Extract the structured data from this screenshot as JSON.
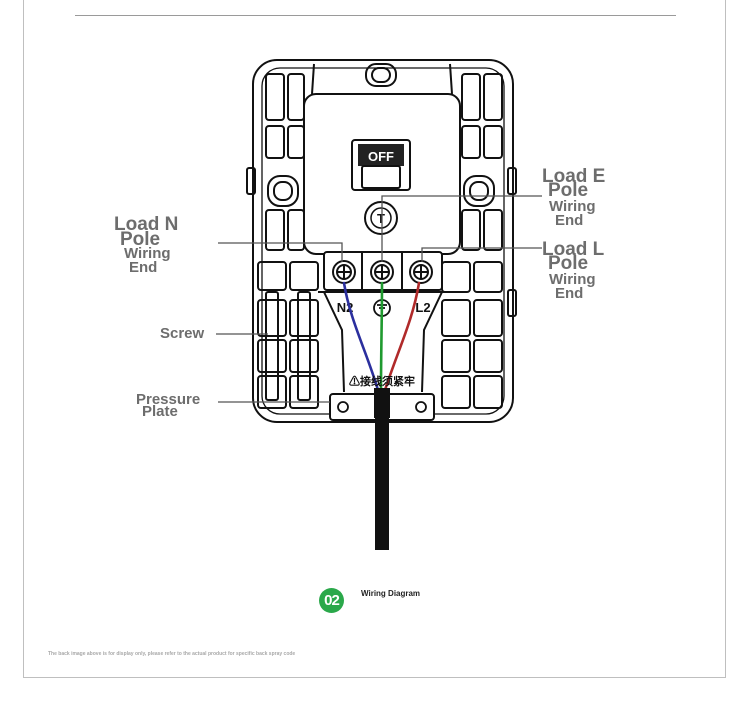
{
  "labels": {
    "load_n": {
      "line1": "Load N",
      "line2": "Pole",
      "line3": "Wiring",
      "line4": "End"
    },
    "load_e": {
      "line1": "Load E",
      "line2": "Pole",
      "line3": "Wiring",
      "line4": "End"
    },
    "load_l": {
      "line1": "Load L",
      "line2": "Pole",
      "line3": "Wiring",
      "line4": "End"
    },
    "screw": "Screw",
    "pressure_plate": {
      "line1": "Pressure",
      "line2": "Plate"
    }
  },
  "device": {
    "switch_text": "OFF",
    "test_button": "T",
    "terminal_n": "N2",
    "terminal_l": "L2",
    "warning_text": "⚠接线须紧牢"
  },
  "badge": "02",
  "caption": "Wiring Diagram",
  "disclaimer": "The back image above is for display only, please refer to the actual product for specific back spray code",
  "colors": {
    "badge": "#2aa84a",
    "wire_n": "#2b2f9e",
    "wire_e": "#1f9a2f",
    "wire_l": "#b02a2a",
    "label": "#6d6d6d"
  }
}
